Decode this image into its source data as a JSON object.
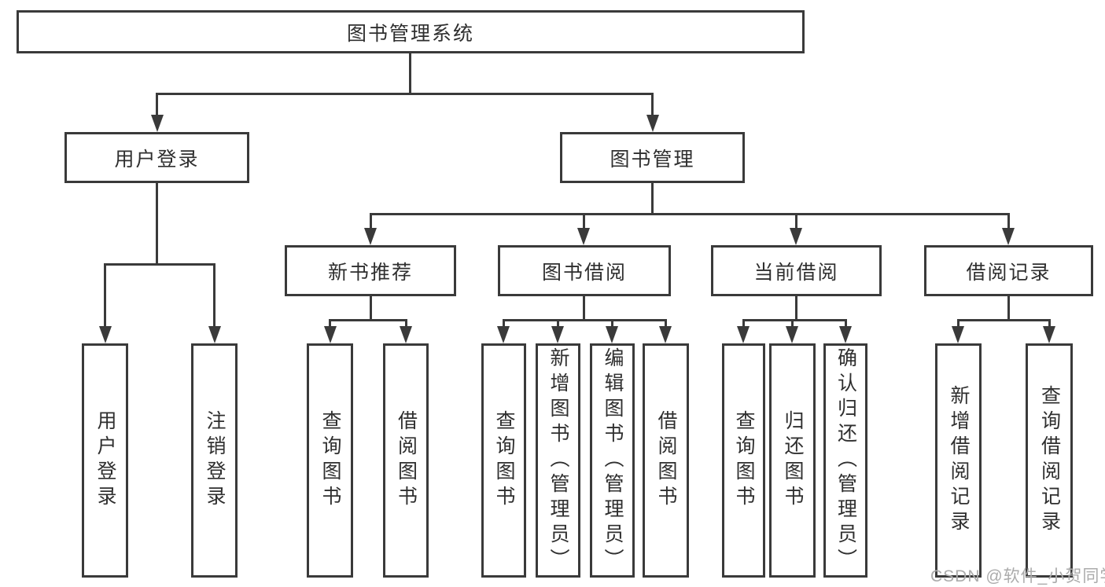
{
  "title": "图书管理系统",
  "user_login": {
    "label": "用户登录",
    "children": [
      "用户登录",
      "注销登录"
    ]
  },
  "book_management": {
    "label": "图书管理"
  },
  "new_book_recommend": {
    "label": "新书推荐",
    "children": [
      "查询图书",
      "借阅图书"
    ]
  },
  "book_borrowing": {
    "label": "图书借阅",
    "children": [
      "查询图书",
      "新增图书（管理员）",
      "编辑图书（管理员）",
      "借阅图书"
    ]
  },
  "current_borrowing": {
    "label": "当前借阅",
    "children": [
      "查询图书",
      "归还图书",
      "确认归还（管理员）"
    ]
  },
  "borrowing_records": {
    "label": "借阅记录",
    "children": [
      "新增借阅记录",
      "查询借阅记录"
    ]
  },
  "watermark": "CSDN @软件_小贺同学",
  "colors": {
    "line": "#3a3a3a",
    "text": "#2f2f2f",
    "watermark": "#ababab",
    "background": "#ffffff"
  }
}
